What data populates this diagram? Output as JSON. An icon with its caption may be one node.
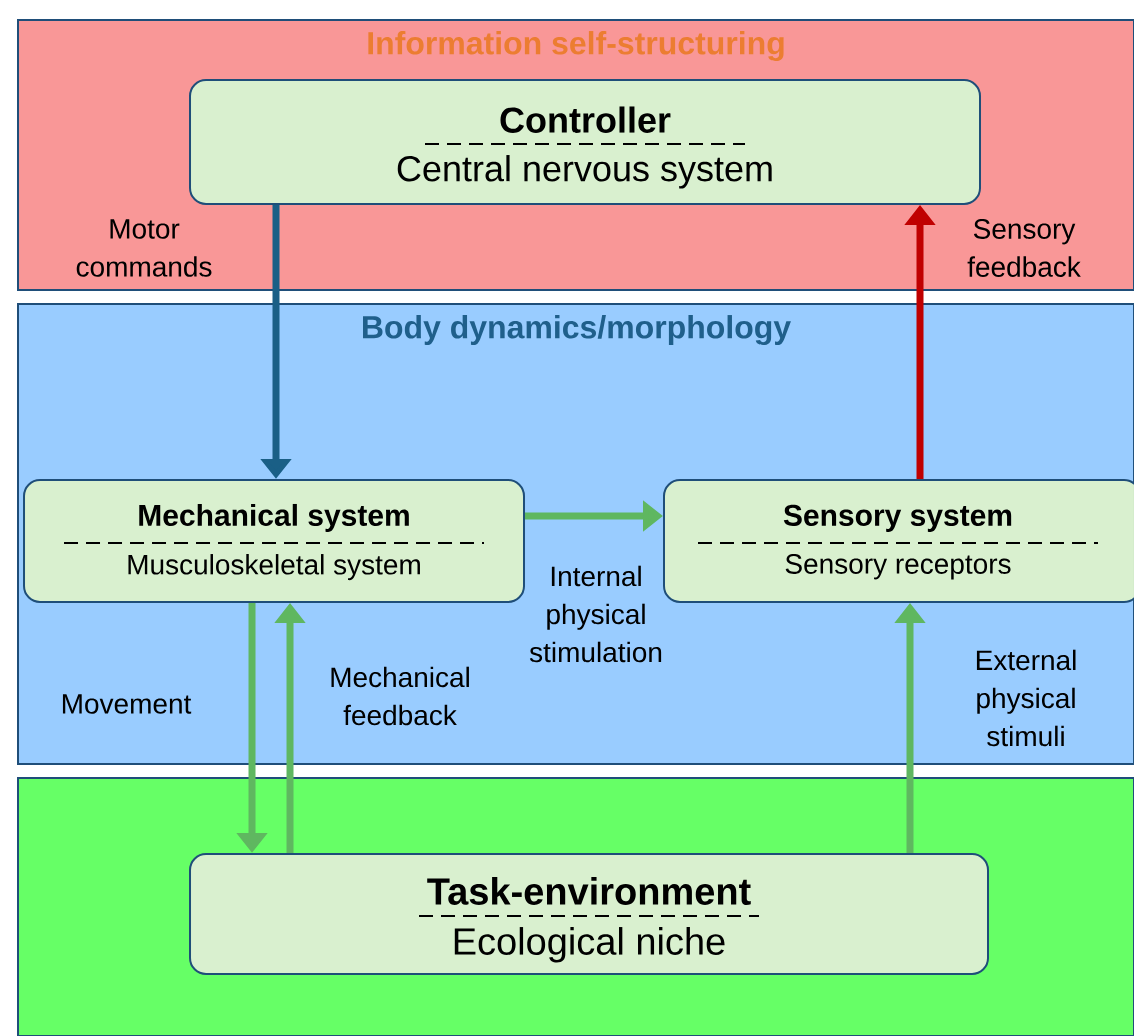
{
  "diagram": {
    "nodes": [
      {
        "text": [
          "Information self-structuring"
        ]
      },
      {
        "text": [
          "Controller",
          "Central nervous system"
        ],
        "in": 0
      },
      {
        "text": [
          "Body dynamics/morphology"
        ]
      },
      {
        "text": [
          "Mechanical system",
          "Musculoskeletal system"
        ],
        "in": 2
      },
      {
        "text": [
          "Sensory system",
          "Sensory receptors"
        ],
        "in": 2
      },
      {
        "text": [],
        "shape": "box"
      },
      {
        "text": [
          "Task-environment",
          "Ecological niche"
        ],
        "in": 5
      }
    ],
    "edges": [
      {
        "from": 1,
        "to": 3,
        "arrow": "to",
        "label": "Motor commands",
        "color": "#1a5f86"
      },
      {
        "from": 4,
        "to": 1,
        "arrow": "to",
        "label": "Sensory feedback",
        "color": "#c00000"
      },
      {
        "from": 3,
        "to": 4,
        "arrow": "to",
        "label": "Internal physical stimulation"
      },
      {
        "from": 3,
        "to": 6,
        "arrow": "to",
        "label": "Movement"
      },
      {
        "from": 6,
        "to": 3,
        "arrow": "to",
        "label": "Mechanical feedback"
      },
      {
        "from": 6,
        "to": 4,
        "arrow": "to",
        "label": "External physical stimuli"
      }
    ]
  }
}
